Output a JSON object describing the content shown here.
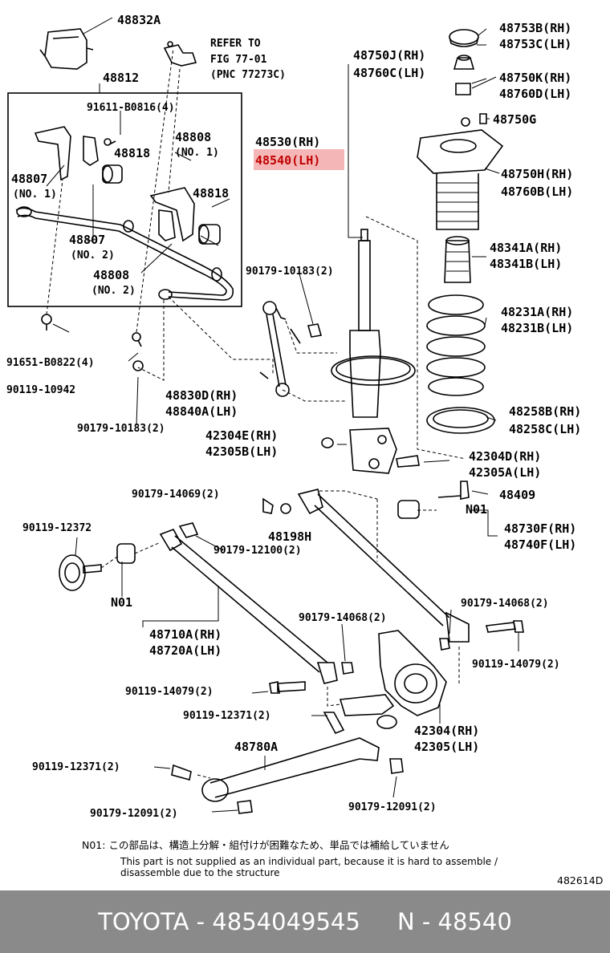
{
  "highlight_color": "#f4b6b6",
  "labels": {
    "p48832A": "48832A",
    "refer1": "REFER TO",
    "refer2": "FIG 77-01",
    "refer3": "(PNC 77273C)",
    "p48812": "48812",
    "p91611": "91611-B0816(4)",
    "p48808": "48808",
    "no1a": "(NO. 1)",
    "p48818a": "48818",
    "p48807a": "48807",
    "no1b": "(NO. 1)",
    "p48818b": "48818",
    "p48807b": "48807",
    "no2a": "(NO. 2)",
    "p48808b": "48808",
    "no2b": "(NO. 2)",
    "p91651": "91651-B0822(4)",
    "p90119_10942": "90119-10942",
    "p90179_10183a": "90179-10183(2)",
    "p90179_10183b": "90179-10183(2)",
    "p48830D": "48830D(RH)",
    "p48840A": "48840A(LH)",
    "p48750J": "48750J(RH)",
    "p48760C": "48760C(LH)",
    "p48530": "48530(RH)",
    "p48540": "48540(LH)",
    "p48753B": "48753B(RH)",
    "p48753C": "48753C(LH)",
    "p48750K": "48750K(RH)",
    "p48760D": "48760D(LH)",
    "p48750G": "48750G",
    "p48750H": "48750H(RH)",
    "p48760B": "48760B(LH)",
    "p48341A": "48341A(RH)",
    "p48341B": "48341B(LH)",
    "p48231A": "48231A(RH)",
    "p48231B": "48231B(LH)",
    "p48258B": "48258B(RH)",
    "p48258C": "48258C(LH)",
    "p42304E": "42304E(RH)",
    "p42305B": "42305B(LH)",
    "p42304D": "42304D(RH)",
    "p42305A": "42305A(LH)",
    "p90179_14069": "90179-14069(2)",
    "p48409": "48409",
    "n01a": "N01",
    "p48198H": "48198H",
    "p90119_12372": "90119-12372",
    "p90179_12100": "90179-12100(2)",
    "p48730F": "48730F(RH)",
    "p48740F": "48740F(LH)",
    "n01b": "N01",
    "p48710A": "48710A(RH)",
    "p48720A": "48720A(LH)",
    "p90179_14068a": "90179-14068(2)",
    "p90179_14068b": "90179-14068(2)",
    "p90119_14079a": "90119-14079(2)",
    "p90119_14079b": "90119-14079(2)",
    "p90119_12371a": "90119-12371(2)",
    "p90119_12371b": "90119-12371(2)",
    "p42304": "42304(RH)",
    "p42305": "42305(LH)",
    "p48780A": "48780A",
    "p90179_12091a": "90179-12091(2)",
    "p90179_12091b": "90179-12091(2)"
  },
  "note": {
    "jp": "N01: この部品は、構造上分解・組付けが困難なため、単品では補給していません",
    "en1": "This part is not supplied as an individual part, because it is hard to assemble /",
    "en2": "disassemble due to the structure"
  },
  "diagram_id": "482614D",
  "footer": {
    "brand": "TOYOTA",
    "part_number": "4854049545",
    "pnc": "N - 48540"
  }
}
